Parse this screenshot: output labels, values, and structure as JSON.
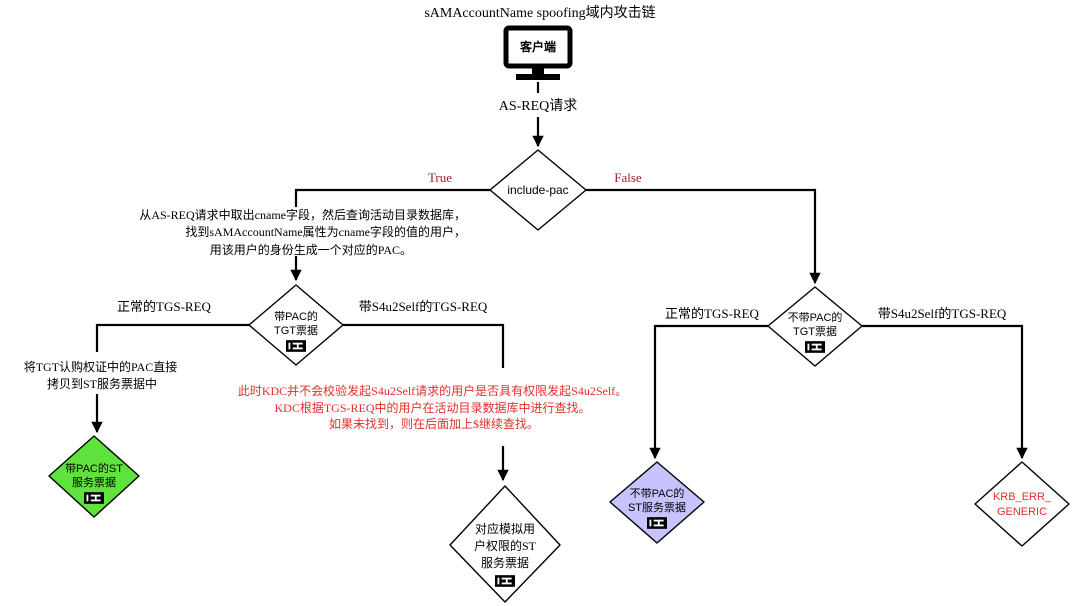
{
  "title": "sAMAccountName spoofing域内攻击链",
  "client": {
    "label": "客户端",
    "icon": "computer-monitor-icon"
  },
  "as_req": {
    "label": "AS-REQ请求"
  },
  "decision": {
    "label": "include-pac",
    "true_label": "True",
    "false_label": "False"
  },
  "true_branch": {
    "note_lines": [
      "从AS-REQ请求中取出cname字段，然后查询活动目录数据库，",
      "找到sAMAccountName属性为cname字段的值的用户，",
      "用该用户的身份生成一个对应的PAC。"
    ],
    "tgt_node": {
      "line1": "带PAC的",
      "line2": "TGT票据"
    },
    "left_edge_label": "正常的TGS-REQ",
    "right_edge_label": "带S4u2Self的TGS-REQ",
    "left_note_lines": [
      "将TGT认购权证中的PAC直接",
      "拷贝到ST服务票据中"
    ],
    "red_note_lines": [
      "此时KDC并不会校验发起S4u2Self请求的用户是否具有权限发起S4u2Self。",
      "KDC根据TGS-REQ中的用户在活动目录数据库中进行查找。",
      "如果未找到，则在后面加上$继续查找。"
    ],
    "st_green": {
      "line1": "带PAC的ST",
      "line2": "服务票据"
    },
    "st_impersonate": {
      "line1": "对应模拟用",
      "line2": "户权限的ST",
      "line3": "服务票据"
    }
  },
  "false_branch": {
    "tgt_node": {
      "line1": "不带PAC的",
      "line2": "TGT票据"
    },
    "left_edge_label": "正常的TGS-REQ",
    "right_edge_label": "带S4u2Self的TGS-REQ",
    "st_purple": {
      "line1": "不带PAC的",
      "line2": "ST服务票据"
    },
    "error": {
      "line1": "KRB_ERR_",
      "line2": "GENERIC"
    }
  },
  "ticket_icon": "ticket-icon",
  "colors": {
    "line": "#000000",
    "true_false_label": "#a0202a",
    "red_note": "#e0302a",
    "green_fill": "#5fe33c",
    "purple_fill": "#c7c3ff",
    "error_text": "#e0302a"
  }
}
